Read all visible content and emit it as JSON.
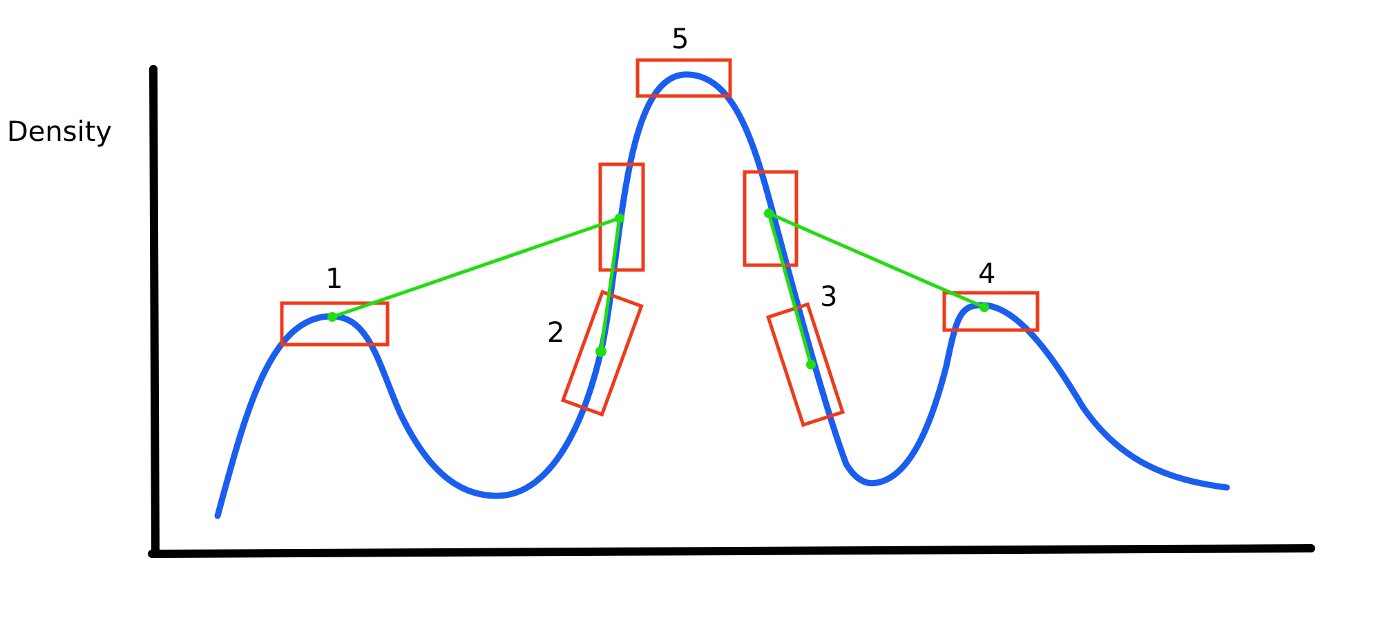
{
  "y_axis_label": "Density",
  "colors": {
    "axes": "#000000",
    "curve": "#1a5ef0",
    "boxes": "#ee3b1b",
    "connectors": "#22dd11",
    "background": "#ffffff"
  },
  "regions": [
    {
      "id": "1",
      "label": "1"
    },
    {
      "id": "2",
      "label": "2"
    },
    {
      "id": "3",
      "label": "3"
    },
    {
      "id": "4",
      "label": "4"
    },
    {
      "id": "5",
      "label": "5"
    }
  ]
}
